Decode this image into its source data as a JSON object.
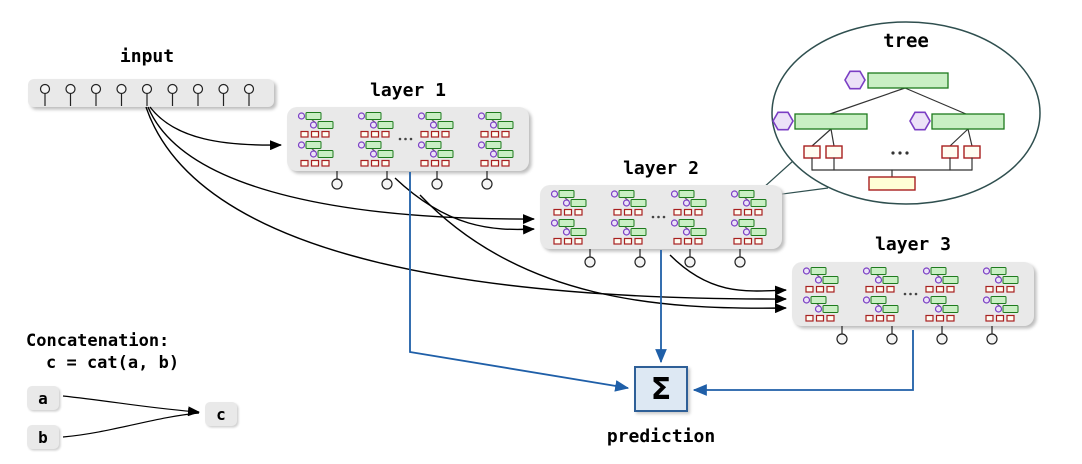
{
  "diagram": {
    "input": {
      "label": "input"
    },
    "layers": [
      {
        "label": "layer 1"
      },
      {
        "label": "layer 2"
      },
      {
        "label": "layer 3"
      }
    ],
    "tree": {
      "label": "tree"
    },
    "aggregator": {
      "symbol": "Σ",
      "label": "prediction"
    },
    "legend": {
      "title": "Concatenation:",
      "formula": "c = cat(a, b)",
      "node_a": "a",
      "node_b": "b",
      "node_c": "c"
    },
    "colors": {
      "layer_box": "#e9e9e9",
      "tree_node_green": "#c9efc4",
      "hexagon_purple": "#7b3fc4",
      "leaf_red": "#a82020",
      "output_yellow": "#ffffd6",
      "arrow_black": "#000000",
      "arrow_blue": "#1f5fa8",
      "sum_box_fill": "#dde8f3",
      "sum_box_border": "#2e5f97"
    }
  }
}
